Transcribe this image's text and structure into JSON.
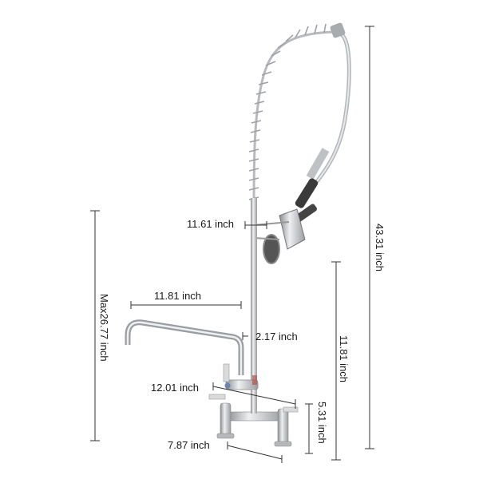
{
  "product": {
    "name": "pre-rinse faucet with add-on spout",
    "colors": {
      "chrome": "#c9cbce",
      "chrome_dark": "#8a8d91",
      "dim_line": "#333333",
      "grip": "#3a3a3a"
    }
  },
  "dimensions": {
    "overall_height": "43.31 inch",
    "max_height": "Max26.77 inch",
    "sprayer_reach": "11.61 inch",
    "spout_reach": "11.81 inch",
    "spout_height": "2.17 inch",
    "riser_height": "11.81 inch",
    "faucet_width": "12.01 inch",
    "base_height": "5.31 inch",
    "center_spacing": "7.87 inch"
  }
}
